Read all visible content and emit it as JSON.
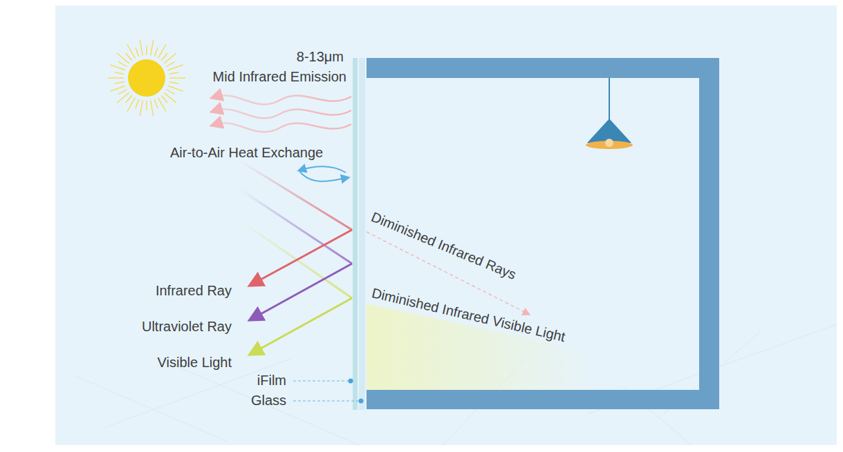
{
  "diagram": {
    "labels": [
      "8-13μm",
      "Mid Infrared Emission",
      "Air-to-Air Heat Exchange",
      "Diminished Infrared Rays",
      "Diminished Infrared Visible Light",
      "Infrared Ray",
      "Ultraviolet Ray",
      "Visible Light",
      "iFilm",
      "Glass"
    ]
  }
}
